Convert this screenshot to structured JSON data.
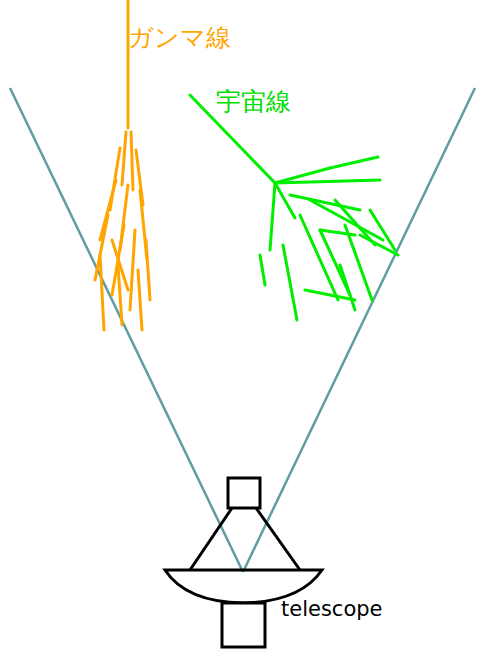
{
  "diagram": {
    "labels": [
      "ガンマ線",
      "宇宙線",
      "telescope"
    ]
  }
}
